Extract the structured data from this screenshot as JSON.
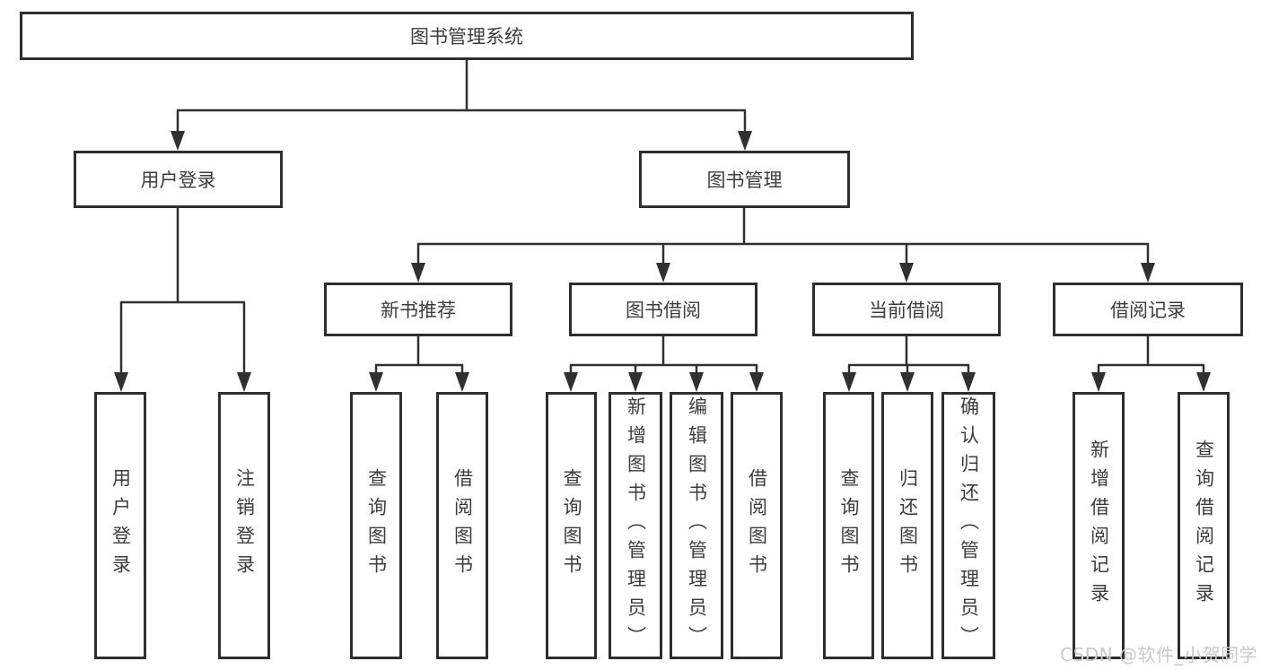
{
  "diagram_type": "hierarchy-tree",
  "colors": {
    "background": "#ffffff",
    "box_fill": "#ffffff",
    "box_border": "#2e2e2e",
    "line": "#303030",
    "text": "#3c3c3c",
    "watermark": "#c6c9cd"
  },
  "tree": {
    "root": {
      "label": "图书管理系统",
      "children": [
        {
          "label": "用户登录",
          "children": [
            {
              "label": "用户登录"
            },
            {
              "label": "注销登录"
            }
          ]
        },
        {
          "label": "图书管理",
          "children": [
            {
              "label": "新书推荐",
              "children": [
                {
                  "label": "查询图书"
                },
                {
                  "label": "借阅图书"
                }
              ]
            },
            {
              "label": "图书借阅",
              "children": [
                {
                  "label": "查询图书"
                },
                {
                  "label": "新增图书（管理员）"
                },
                {
                  "label": "编辑图书（管理员）"
                },
                {
                  "label": "借阅图书"
                }
              ]
            },
            {
              "label": "当前借阅",
              "children": [
                {
                  "label": "查询图书"
                },
                {
                  "label": "归还图书"
                },
                {
                  "label": "确认归还（管理员）"
                }
              ]
            },
            {
              "label": "借阅记录",
              "children": [
                {
                  "label": "新增借阅记录"
                },
                {
                  "label": "查询借阅记录"
                }
              ]
            }
          ]
        }
      ]
    }
  },
  "watermark": {
    "text": "CSDN @软件_小贺同学"
  }
}
